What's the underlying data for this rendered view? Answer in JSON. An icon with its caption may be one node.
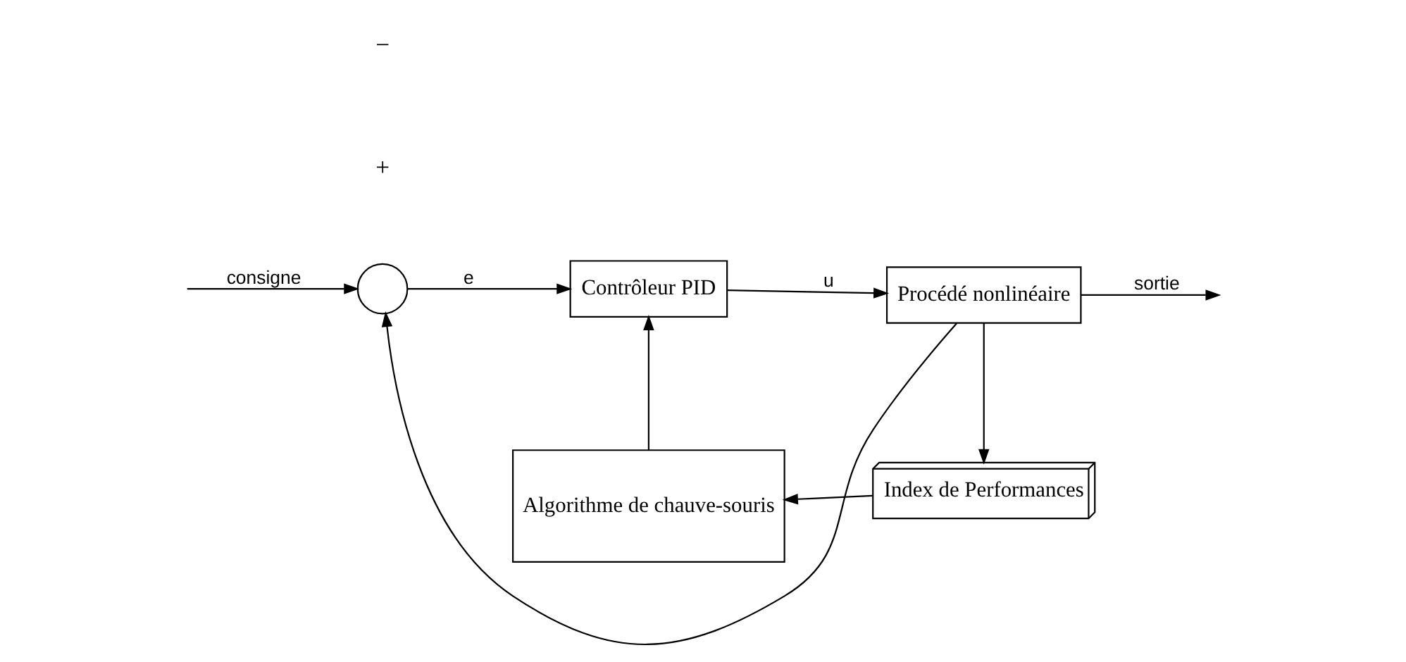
{
  "diagram": {
    "nodes": [
      {
        "text": [],
        "shape": "circle"
      },
      {
        "text": [
          "Contrôleur PID"
        ]
      },
      {
        "text": [
          "Procédé nonlinéaire"
        ]
      },
      {
        "text": [
          "Index de Performances"
        ]
      },
      {
        "text": [
          "Algorithme de chauve-souris"
        ]
      }
    ],
    "edges": [
      {
        "from": null,
        "to": 0,
        "arrow": "to",
        "label": "consigne"
      },
      {
        "from": 0,
        "to": 1,
        "arrow": "to",
        "label": "e"
      },
      {
        "from": 1,
        "to": 2,
        "arrow": "to",
        "label": "u"
      },
      {
        "from": 2,
        "to": null,
        "arrow": "to",
        "label": "sortie"
      },
      {
        "from": 2,
        "to": 3,
        "arrow": "to"
      },
      {
        "from": 3,
        "to": 4,
        "arrow": "to"
      },
      {
        "from": 4,
        "to": 1,
        "arrow": "to"
      },
      {
        "from": 2,
        "to": 0,
        "arrow": "to"
      }
    ],
    "labels": [
      "+",
      "−"
    ]
  }
}
